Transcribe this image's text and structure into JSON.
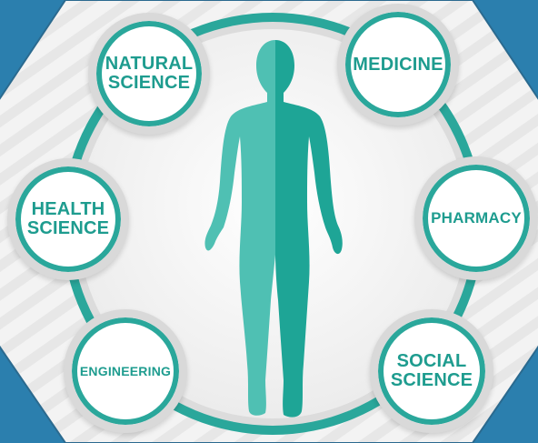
{
  "colors": {
    "background_blue": "#2b7fae",
    "hexagon_white": "#f1f1f1",
    "stripe": "#e6e6e6",
    "teal": "#2aa79b",
    "teal_dark": "#1e9c8f",
    "teal_light": "#4fc0b3",
    "ring_gray": "#d9d9d9"
  },
  "center": {
    "icon": "human-body-icon"
  },
  "bubbles": [
    {
      "id": "natural-science",
      "label": "NATURAL\nSCIENCE"
    },
    {
      "id": "medicine",
      "label": "MEDICINE"
    },
    {
      "id": "health-science",
      "label": "HEALTH\nSCIENCE"
    },
    {
      "id": "pharmacy",
      "label": "PHARMACY"
    },
    {
      "id": "engineering",
      "label": "ENGINEERING"
    },
    {
      "id": "social-science",
      "label": "SOCIAL\nSCIENCE"
    }
  ]
}
